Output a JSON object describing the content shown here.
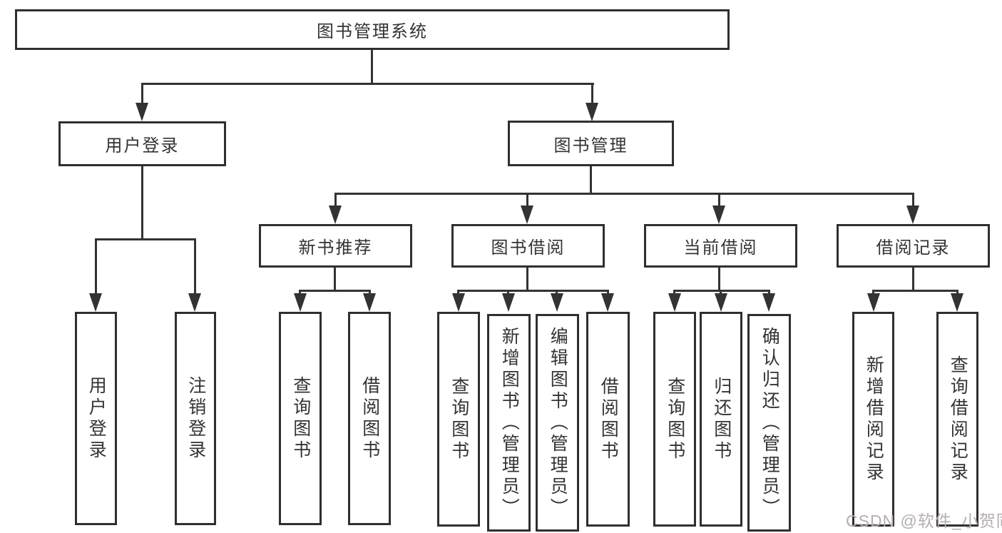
{
  "diagram_title": "图书管理系统",
  "nodes": {
    "root": "图书管理系统",
    "level1": [
      "用户登录",
      "图书管理"
    ],
    "level2": [
      "新书推荐",
      "图书借阅",
      "当前借阅",
      "借阅记录"
    ],
    "leaves": [
      "用户登录",
      "注销登录",
      "查询图书",
      "借阅图书",
      "查询图书",
      "新增图书（管理员）",
      "编辑图书（管理员）",
      "借阅图书",
      "查询图书",
      "归还图书",
      "确认归还（管理员）",
      "新增借阅记录",
      "查询借阅记录"
    ]
  },
  "watermark": "CSDN @软件_小贺同学",
  "colors": {
    "line": "#333333",
    "box_border": "#2f2f2f",
    "text": "#333333",
    "watermark": "#b6aeae",
    "background": "#ffffff"
  }
}
